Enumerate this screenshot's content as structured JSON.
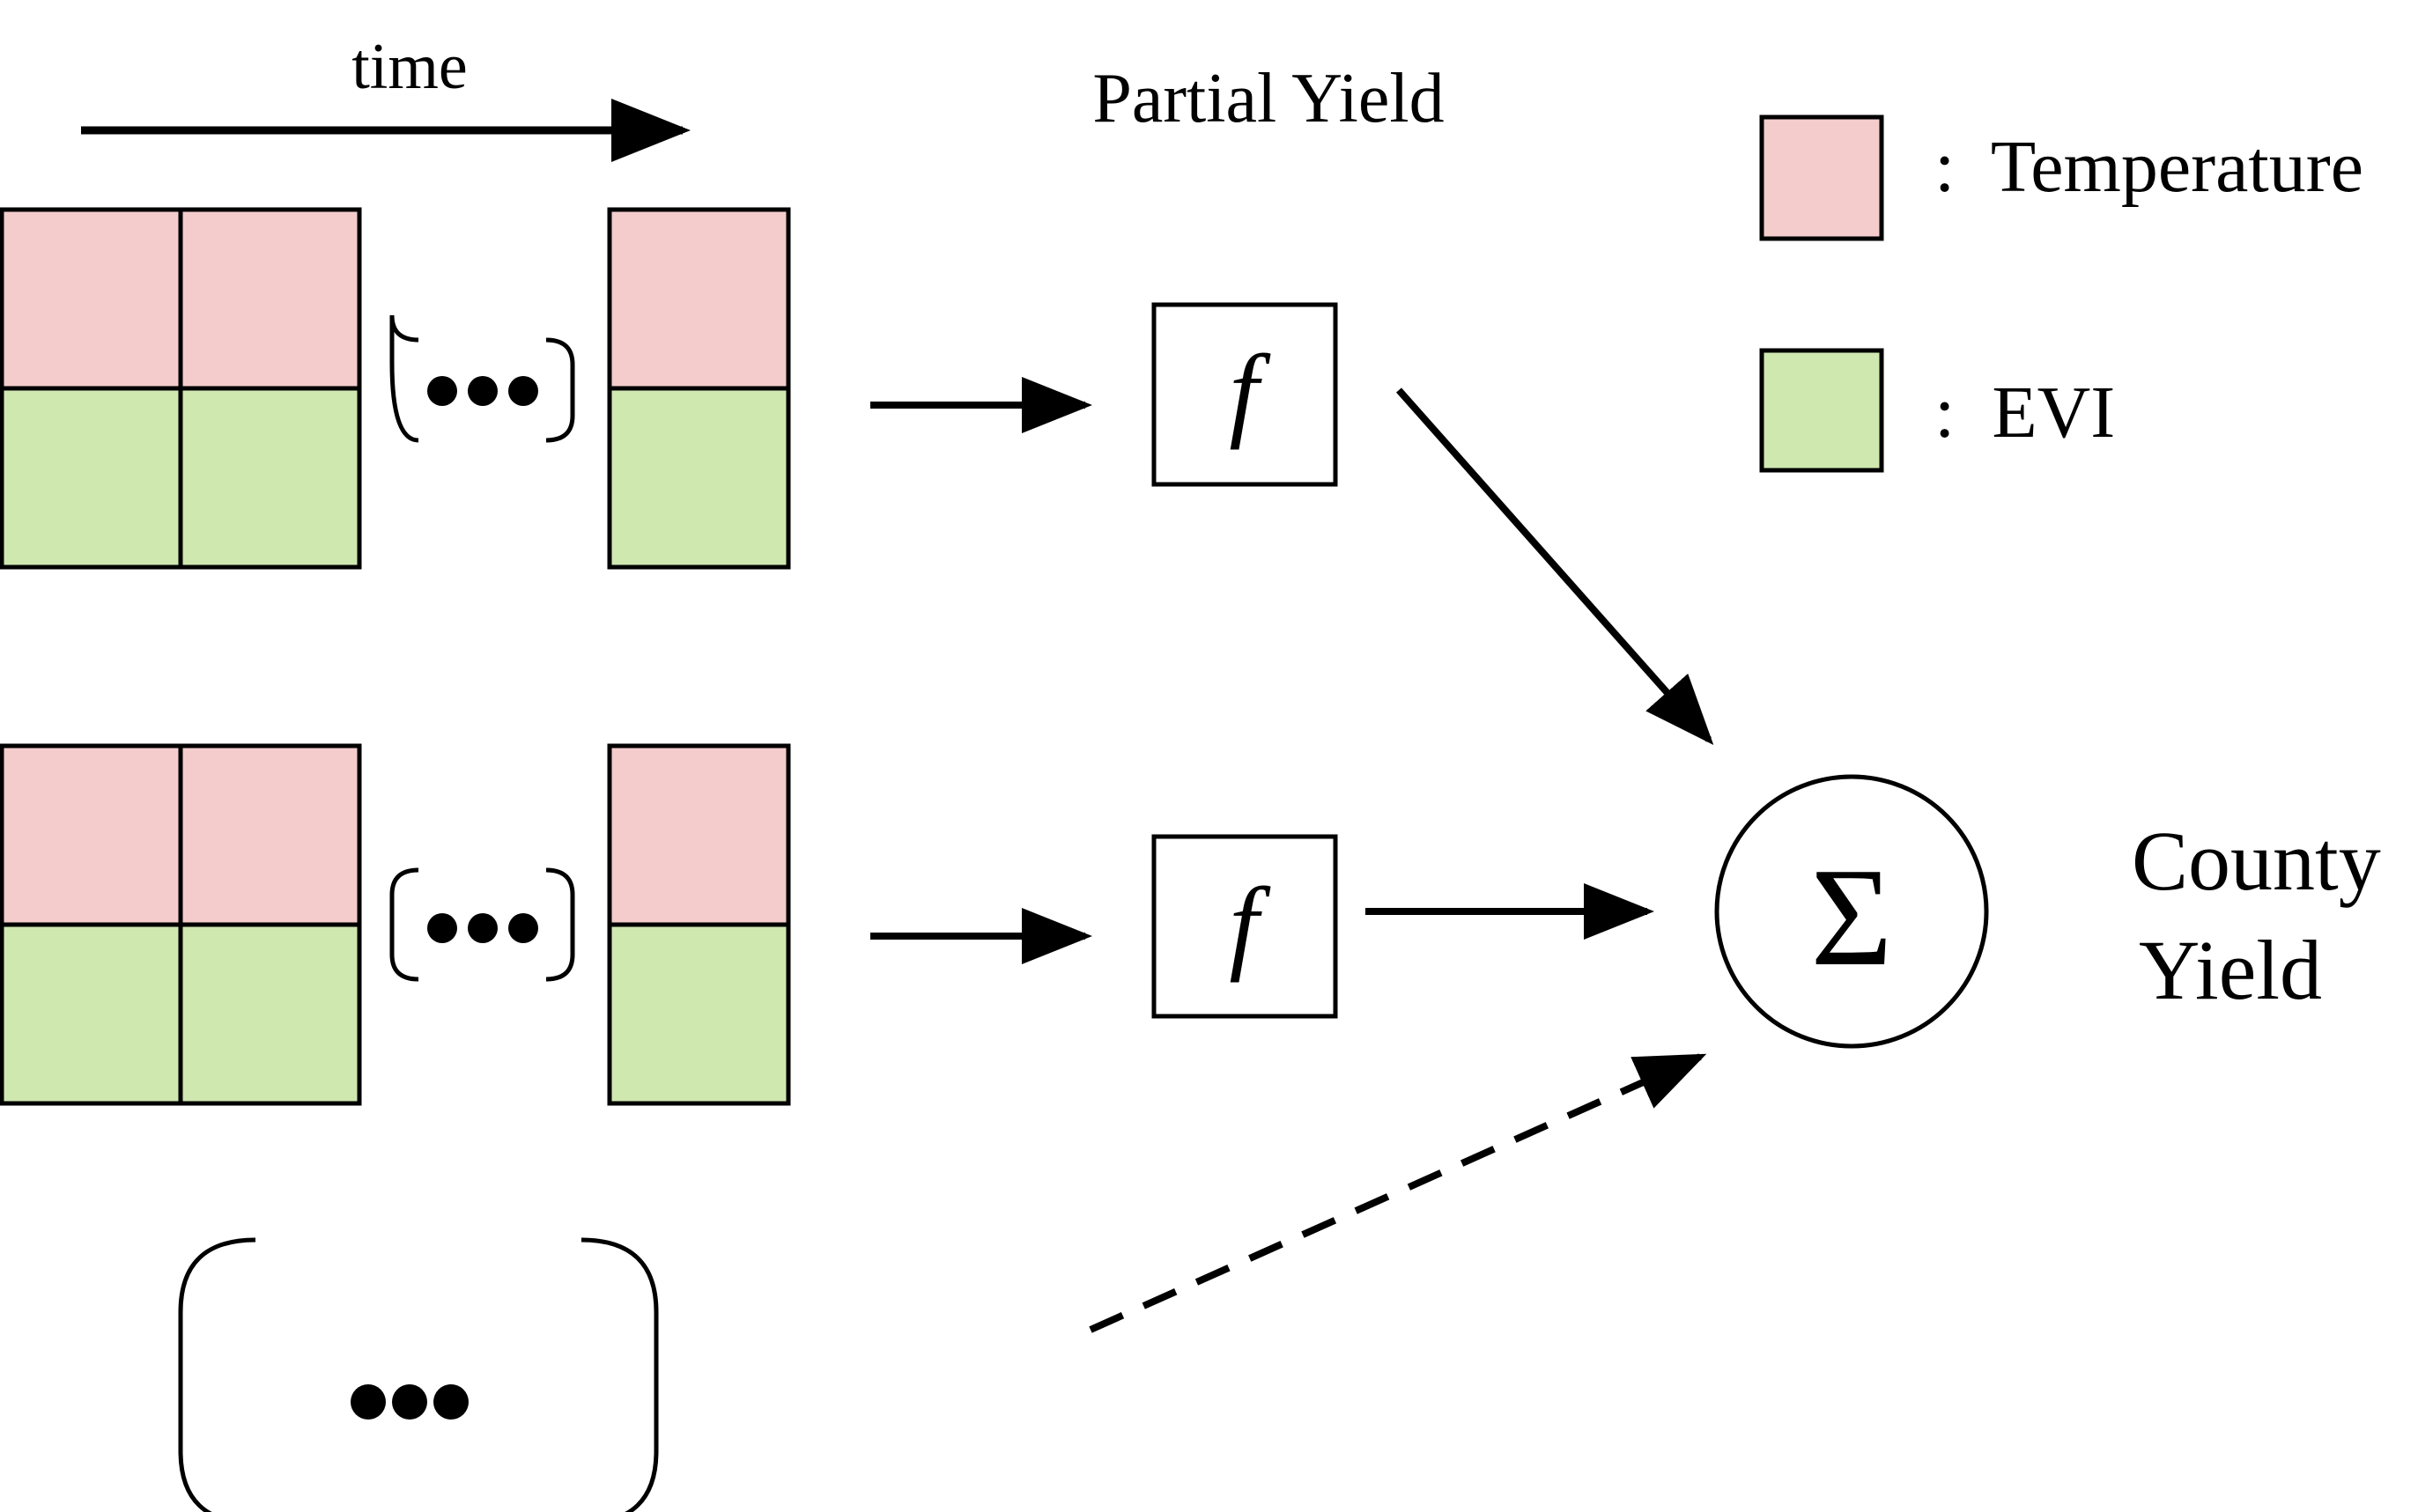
{
  "labels": {
    "time": "time",
    "partial_yield": "Partial Yield",
    "county_yield_line1": "County",
    "county_yield_line2": "Yield",
    "function_symbol": "f",
    "sum_symbol": "Σ"
  },
  "legend": [
    {
      "label": ":  Temperature",
      "color": "#f4cccc"
    },
    {
      "label": ":  EVI",
      "color": "#cfe8b0"
    }
  ],
  "colors": {
    "temperature": "#f4cccc",
    "evi": "#cfe8b0",
    "stroke": "#000000"
  }
}
